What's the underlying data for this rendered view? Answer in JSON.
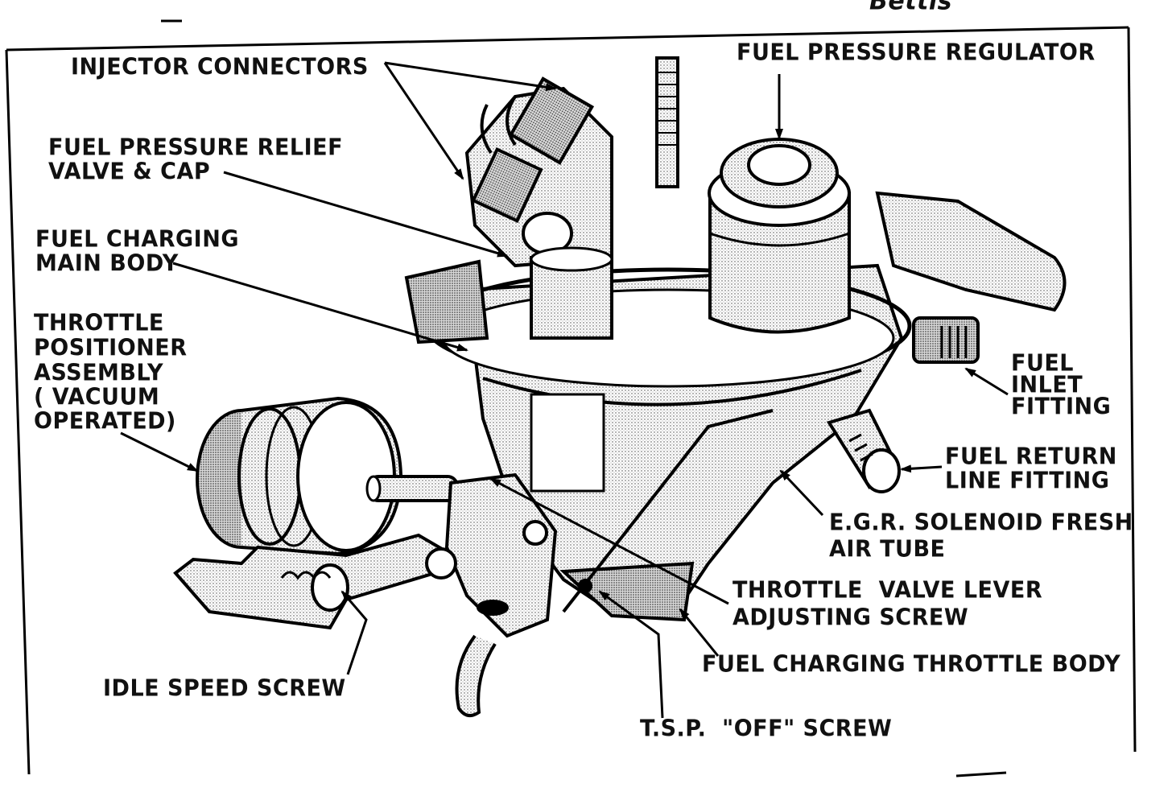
{
  "header": {
    "fragment_top_right": "Bettis"
  },
  "labels": {
    "injector_connectors": "INJECTOR CONNECTORS",
    "fuel_pressure_regulator": "FUEL PRESSURE REGULATOR",
    "fuel_pressure_relief_line1": "FUEL PRESSURE RELIEF",
    "fuel_pressure_relief_line2": "VALVE & CAP",
    "fuel_charging_main_line1": "FUEL CHARGING",
    "fuel_charging_main_line2": "MAIN BODY",
    "throttle_positioner_line1": "THROTTLE",
    "throttle_positioner_line2": "POSITIONER",
    "throttle_positioner_line3": "ASSEMBLY",
    "throttle_positioner_line4": "( VACUUM",
    "throttle_positioner_line5": "OPERATED)",
    "fuel_inlet_line1": "FUEL",
    "fuel_inlet_line2": "INLET",
    "fuel_inlet_line3": "FITTING",
    "fuel_return_line1": "FUEL RETURN",
    "fuel_return_line2": "LINE FITTING",
    "egr_line1": "E.G.R. SOLENOID FRESH",
    "egr_line2": "AIR TUBE",
    "throttle_valve_line1": "THROTTLE  VALVE LEVER",
    "throttle_valve_line2": "ADJUSTING SCREW",
    "fuel_charging_throttle_body": "FUEL CHARGING THROTTLE BODY",
    "idle_speed_screw": "IDLE SPEED SCREW",
    "tsp_off_screw": "T.S.P.  \"OFF\" SCREW"
  }
}
